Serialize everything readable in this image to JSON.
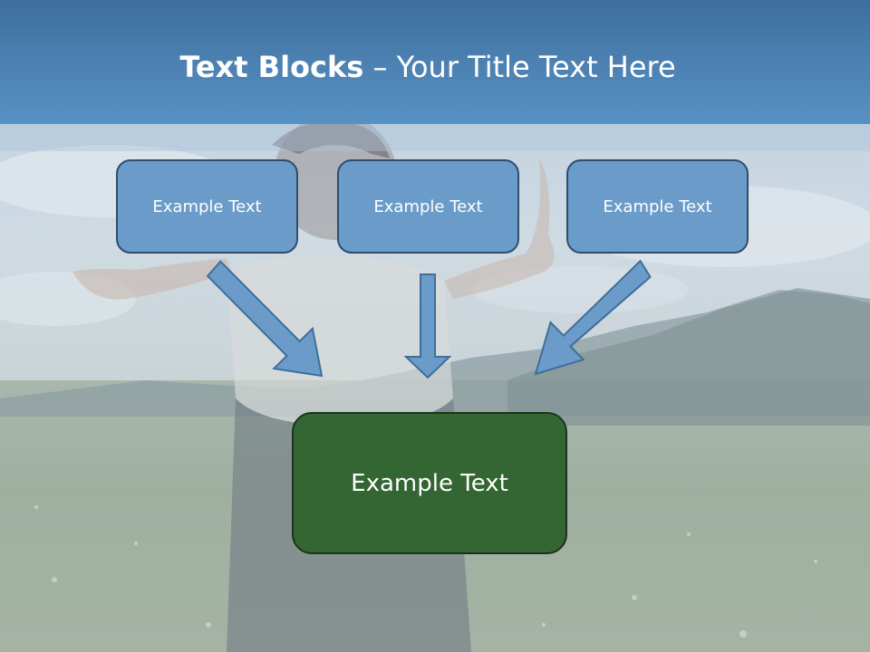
{
  "title": {
    "bold": "Text Blocks",
    "rest": " – Your Title Text Here"
  },
  "boxes": {
    "left": "Example Text",
    "center": "Example Text",
    "right": "Example Text",
    "bottom": "Example Text"
  },
  "colors": {
    "title_band": "#4d82b3",
    "blue_box": "#6b9cc9",
    "blue_box_border": "#2e4d6e",
    "green_box": "#336633",
    "arrow_fill": "#6b9cc9",
    "arrow_stroke": "#3f6e99"
  }
}
